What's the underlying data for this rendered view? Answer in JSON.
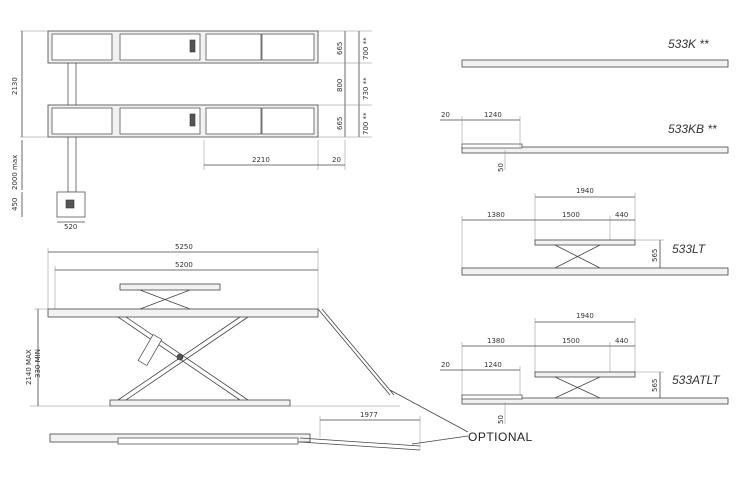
{
  "top_view": {
    "dims": {
      "total_width": "2130",
      "upper": "665",
      "upper_alt": "700 **",
      "middle": "800",
      "middle_alt": "730 **",
      "lower": "665",
      "lower_alt": "700 **",
      "length": "2210",
      "gap": "20",
      "hose": "2000 max",
      "box_h": "450",
      "box_w": "520"
    }
  },
  "side_view": {
    "dims": {
      "overall": "5250",
      "platform": "5200",
      "height_max": "2140 MAX",
      "height_min": "330 MIN",
      "ramp": "1977"
    },
    "optional_label": "OPTIONAL"
  },
  "variants": [
    {
      "model": "533K **",
      "dims": {}
    },
    {
      "model": "533KB **",
      "dims": {
        "a": "20",
        "b": "1240",
        "c": "50"
      }
    },
    {
      "model": "533LT",
      "dims": {
        "top": "1940",
        "left": "1380",
        "mid": "1500",
        "right": "440",
        "h": "565"
      }
    },
    {
      "model": "533ATLT",
      "dims": {
        "top": "1940",
        "left": "1380",
        "mid": "1500",
        "right": "440",
        "a": "20",
        "b": "1240",
        "h": "565",
        "c": "50"
      }
    }
  ]
}
